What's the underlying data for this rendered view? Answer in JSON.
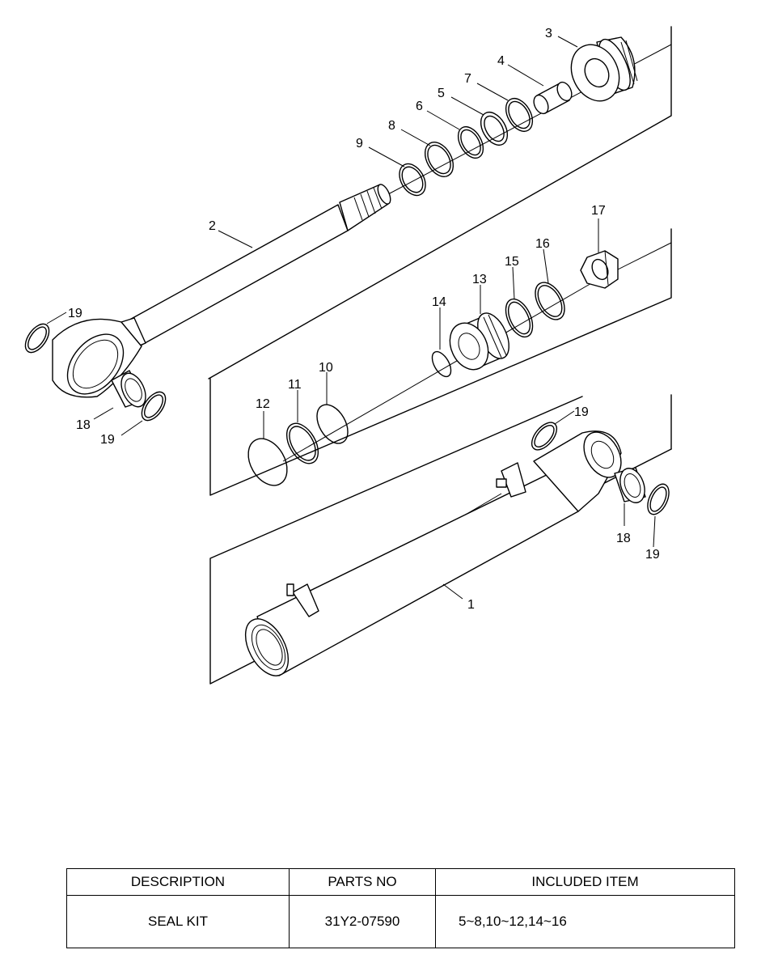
{
  "diagram": {
    "callouts": {
      "c1": "1",
      "c2": "2",
      "c3": "3",
      "c4": "4",
      "c5": "5",
      "c6": "6",
      "c7": "7",
      "c8": "8",
      "c9": "9",
      "c10": "10",
      "c11": "11",
      "c12": "12",
      "c13": "13",
      "c14": "14",
      "c15": "15",
      "c16": "16",
      "c17": "17",
      "c18a": "18",
      "c18b": "18",
      "c19a": "19",
      "c19b": "19",
      "c19c": "19",
      "c19d": "19"
    }
  },
  "table": {
    "headers": {
      "description": "DESCRIPTION",
      "parts_no": "PARTS NO",
      "included_item": "INCLUDED ITEM"
    },
    "rows": [
      {
        "description": "SEAL KIT",
        "parts_no": "31Y2-07590",
        "included_item": "5~8,10~12,14~16"
      }
    ]
  }
}
